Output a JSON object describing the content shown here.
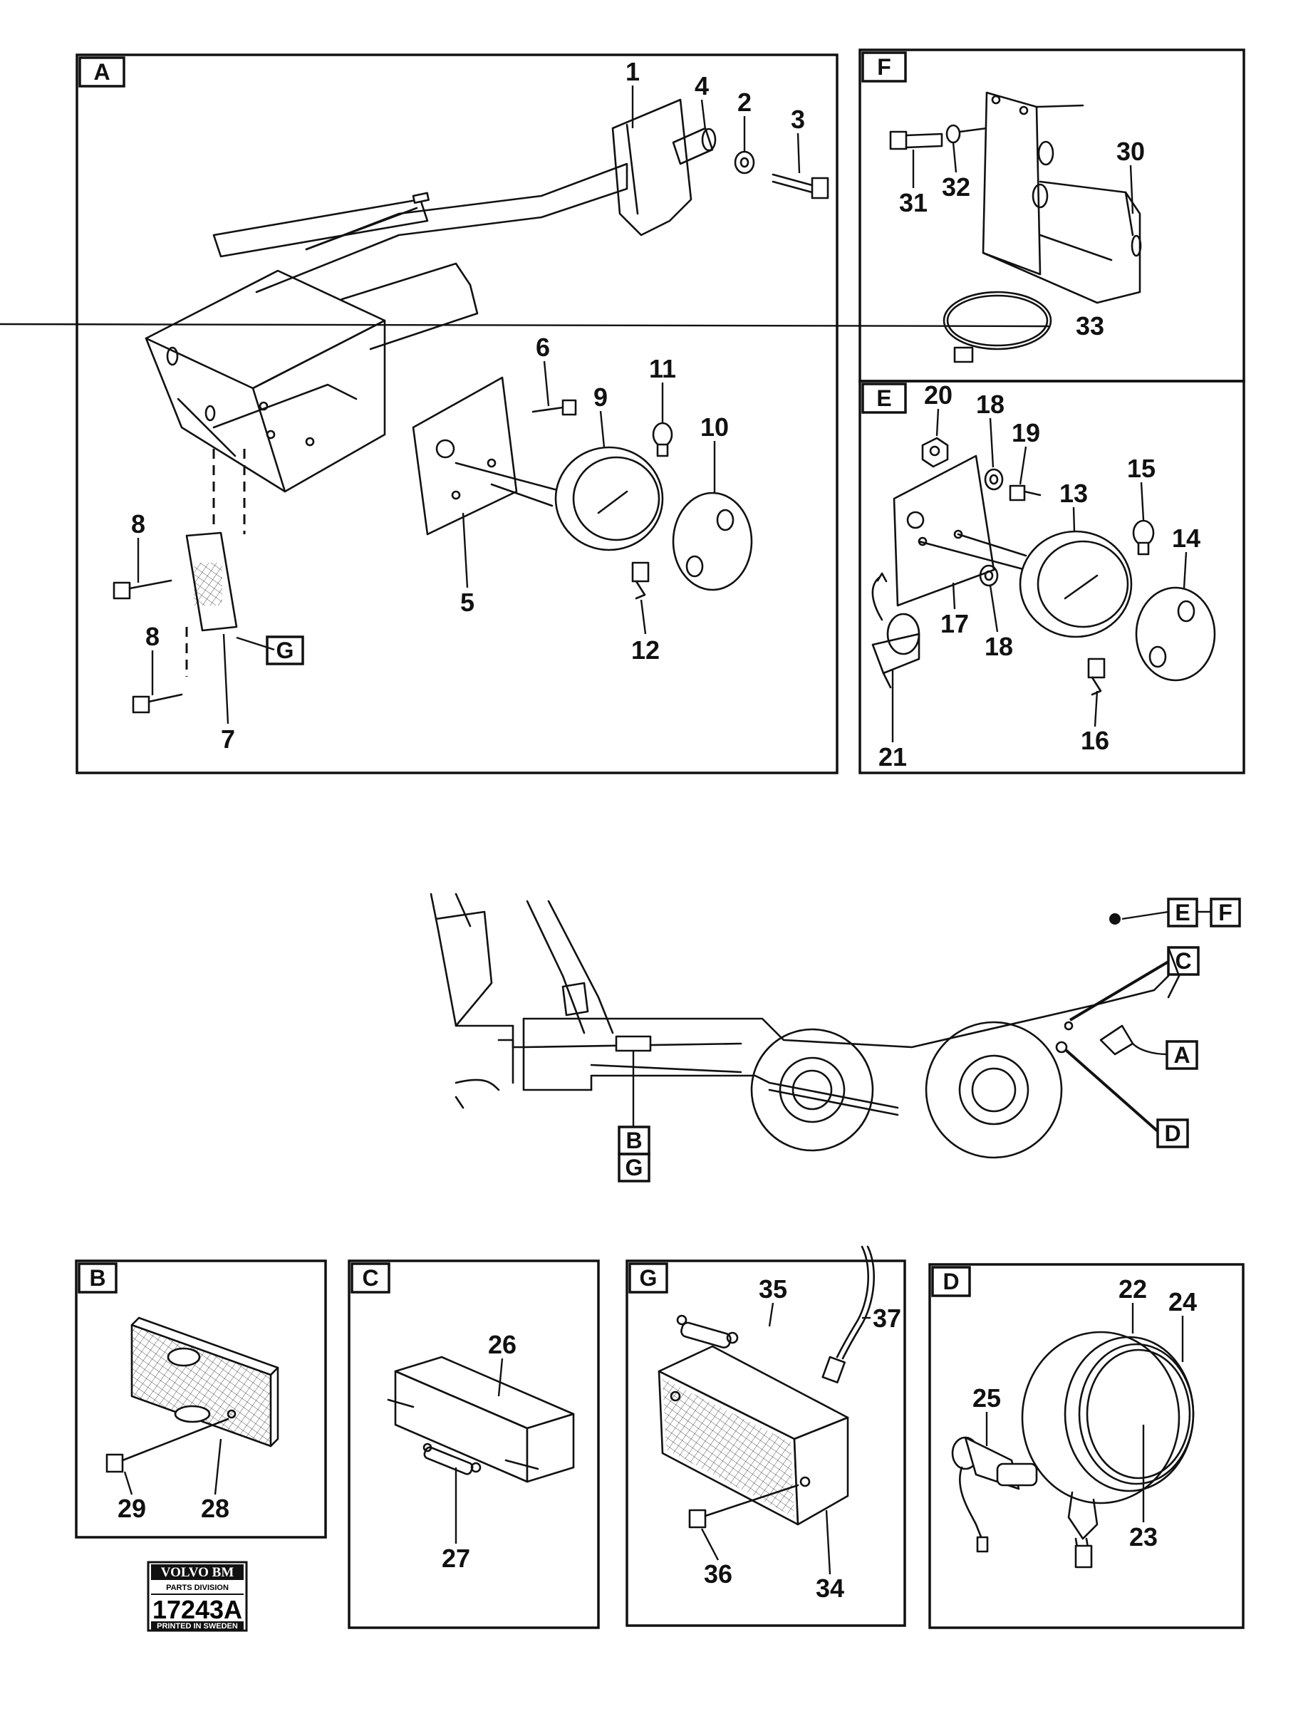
{
  "panels": {
    "A": {
      "tag": "A",
      "labels": [
        "1",
        "4",
        "2",
        "3",
        "6",
        "11",
        "9",
        "10",
        "5",
        "8",
        "8",
        "7",
        "12"
      ],
      "ref_tag": "G"
    },
    "F": {
      "tag": "F",
      "labels": [
        "31",
        "32",
        "30",
        "33"
      ]
    },
    "E": {
      "tag": "E",
      "labels": [
        "20",
        "18",
        "19",
        "15",
        "13",
        "14",
        "17",
        "18",
        "21",
        "16"
      ]
    },
    "B": {
      "tag": "B",
      "labels": [
        "29",
        "28"
      ]
    },
    "C": {
      "tag": "C",
      "labels": [
        "26",
        "27"
      ]
    },
    "G": {
      "tag": "G",
      "labels": [
        "35",
        "37",
        "36",
        "34"
      ]
    },
    "D": {
      "tag": "D",
      "labels": [
        "22",
        "24",
        "25",
        "23"
      ]
    }
  },
  "vehicle_refs": {
    "e": "E",
    "f": "F",
    "c": "C",
    "a": "A",
    "d": "D",
    "b": "B",
    "g": "G"
  },
  "stamp": {
    "brand": "VOLVO BM",
    "division": "PARTS DIVISION",
    "number": "17243A",
    "footer": "PRINTED IN SWEDEN"
  }
}
